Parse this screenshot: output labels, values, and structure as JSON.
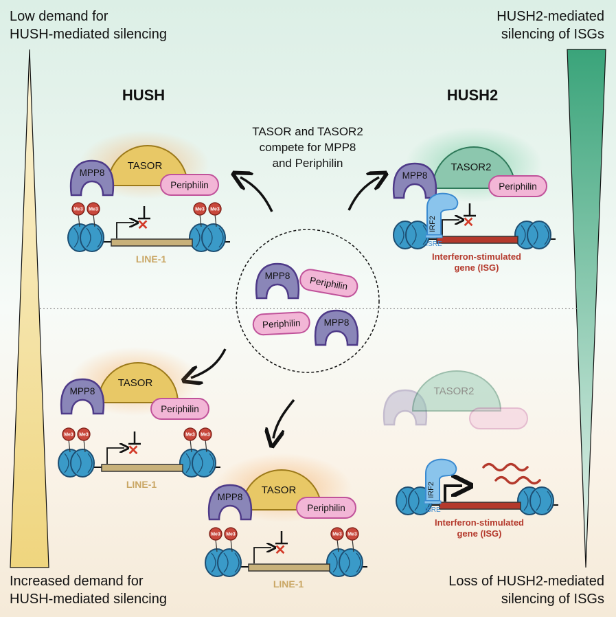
{
  "corners": {
    "top_left": [
      "Low demand for",
      "HUSH-mediated silencing"
    ],
    "top_right": [
      "HUSH2-mediated",
      "silencing of ISGs"
    ],
    "bottom_left": [
      "Increased demand for",
      "HUSH-mediated silencing"
    ],
    "bottom_right": [
      "Loss of HUSH2-mediated",
      "silencing of ISGs"
    ]
  },
  "headings": {
    "hush": "HUSH",
    "hush2": "HUSH2"
  },
  "center_text": [
    "TASOR and TASOR2",
    "compete for MPP8",
    "and Periphilin"
  ],
  "labels": {
    "mpp8": "MPP8",
    "tasor": "TASOR",
    "tasor2": "TASOR2",
    "periphilin": "Periphilin",
    "irf2": "IRF2",
    "isre": "ISRE",
    "me3": "Me3",
    "line1": "LINE-1",
    "isg": [
      "Interferon-stimulated",
      "gene (ISG)"
    ]
  },
  "colors": {
    "mpp8": "#8a86b8",
    "tasor": "#e8c866",
    "tasor2": "#8cc7ae",
    "periphilin": "#f2b6d6",
    "nucleosome": "#3a9ac8",
    "me3": "#c8483c",
    "line1_gene": "#c8b17a",
    "isg_gene": "#b4392c",
    "irf2": "#8ac4ec"
  }
}
